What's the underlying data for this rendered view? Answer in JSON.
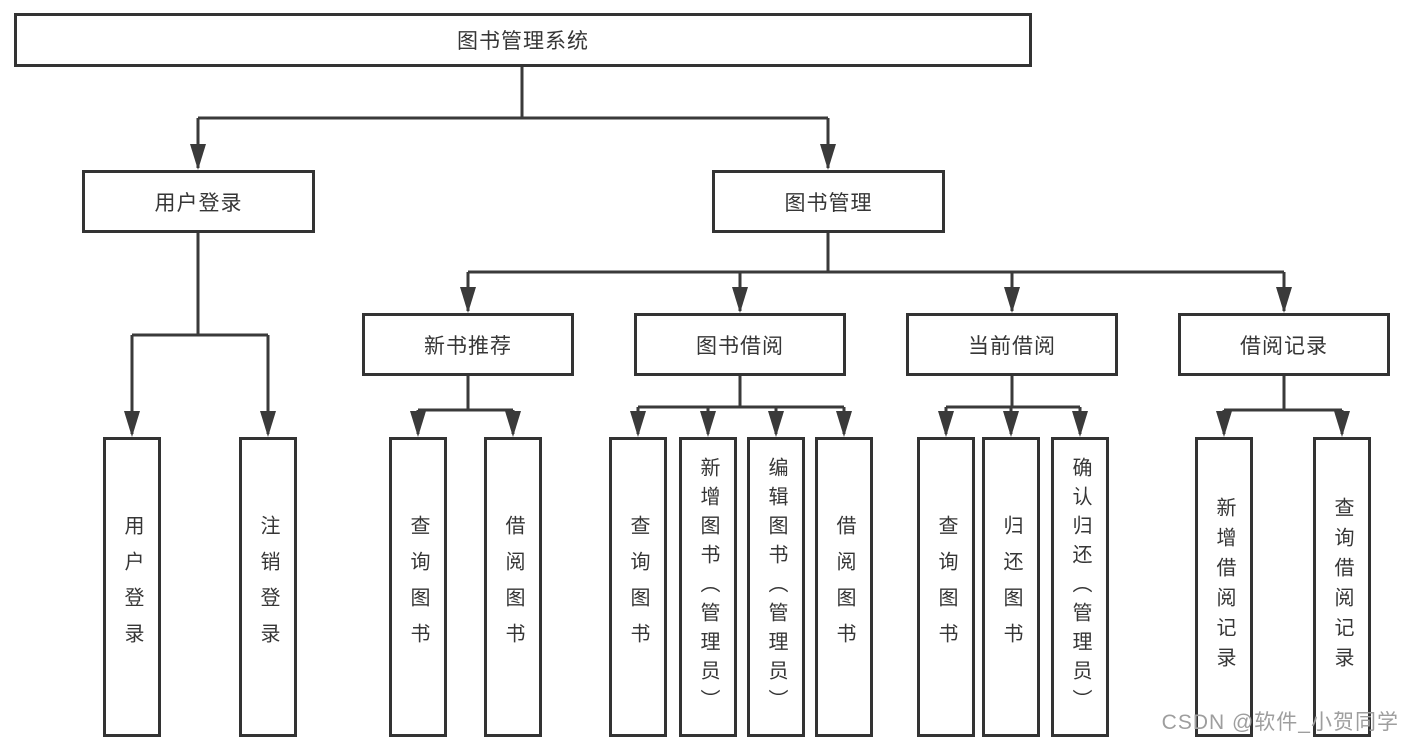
{
  "diagram": {
    "root": {
      "label": "图书管理系统"
    },
    "level2": [
      {
        "label": "用户登录"
      },
      {
        "label": "图书管理"
      }
    ],
    "level3": [
      {
        "label": "新书推荐"
      },
      {
        "label": "图书借阅"
      },
      {
        "label": "当前借阅"
      },
      {
        "label": "借阅记录"
      }
    ],
    "leaves": [
      {
        "label": "用户登录"
      },
      {
        "label": "注销登录"
      },
      {
        "label": "查询图书"
      },
      {
        "label": "借阅图书"
      },
      {
        "label": "查询图书"
      },
      {
        "label": "新增图书（管理员）"
      },
      {
        "label": "编辑图书（管理员）"
      },
      {
        "label": "借阅图书"
      },
      {
        "label": "查询图书"
      },
      {
        "label": "归还图书"
      },
      {
        "label": "确认归还（管理员）"
      },
      {
        "label": "新增借阅记录"
      },
      {
        "label": "查询借阅记录"
      }
    ],
    "watermark": "CSDN @软件_小贺同学",
    "colors": {
      "line": "#3a3a3a",
      "box_border": "#333333",
      "box_background": "#ffffff",
      "text": "#363636",
      "watermark": "#9e9e9e",
      "page_background": "#ffffff"
    }
  }
}
